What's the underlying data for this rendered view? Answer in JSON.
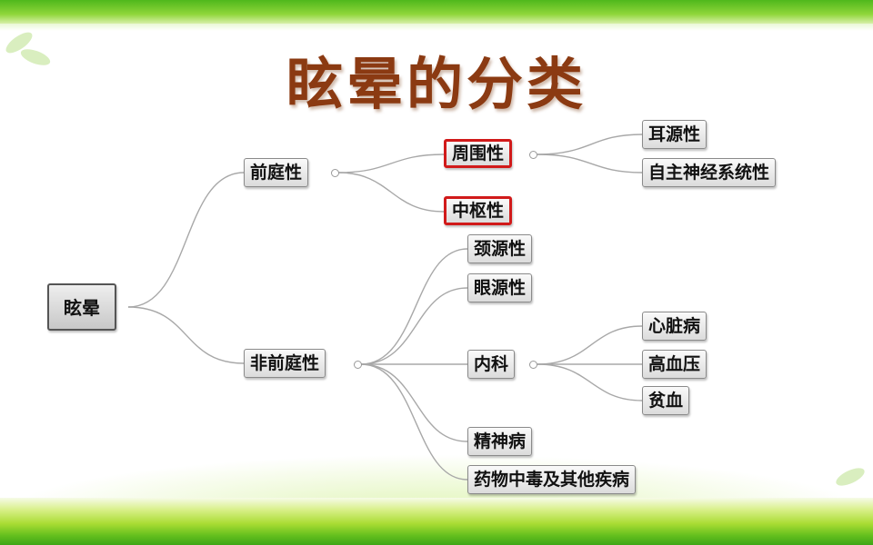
{
  "title": "眩晕的分类",
  "root": "眩晕",
  "branches": {
    "vestibular": {
      "label": "前庭性",
      "peripheral": {
        "label": "周围性",
        "children": [
          "耳源性",
          "自主神经系统性"
        ]
      },
      "central": {
        "label": "中枢性"
      }
    },
    "non_vestibular": {
      "label": "非前庭性",
      "cervical": "颈源性",
      "ocular": "眼源性",
      "internal": {
        "label": "内科",
        "children": [
          "心脏病",
          "高血压",
          "贫血"
        ]
      },
      "psychiatric": "精神病",
      "drug": "药物中毒及其他疾病"
    }
  },
  "colors": {
    "title": "#8b3a12",
    "highlight_border": "#d11a1a",
    "link": "#a8a8a8",
    "band": "#6cc326"
  }
}
